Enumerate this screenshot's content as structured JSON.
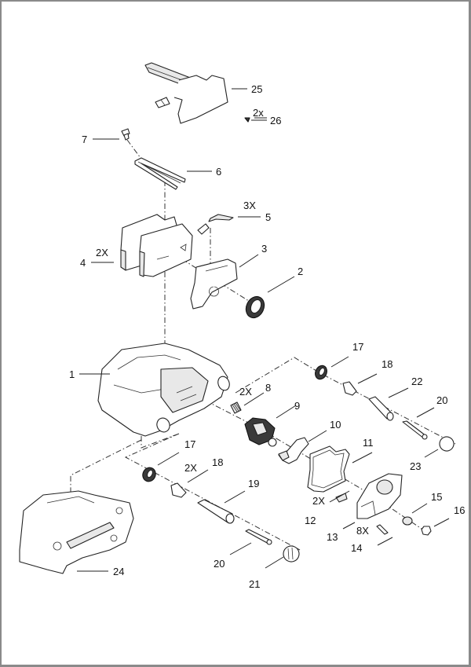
{
  "diagram": {
    "title": "Disc brake caliper exploded parts view",
    "line_color": "#222222",
    "border_color": "#8a8a8a",
    "callouts": [
      {
        "id": "1",
        "label": "1",
        "qty": ""
      },
      {
        "id": "2",
        "label": "2",
        "qty": ""
      },
      {
        "id": "3",
        "label": "3",
        "qty": ""
      },
      {
        "id": "4",
        "label": "4",
        "qty": "2X"
      },
      {
        "id": "5",
        "label": "5",
        "qty": "3X"
      },
      {
        "id": "6",
        "label": "6",
        "qty": ""
      },
      {
        "id": "7",
        "label": "7",
        "qty": ""
      },
      {
        "id": "8",
        "label": "8",
        "qty": "2X"
      },
      {
        "id": "9",
        "label": "9",
        "qty": ""
      },
      {
        "id": "10",
        "label": "10",
        "qty": ""
      },
      {
        "id": "11",
        "label": "11",
        "qty": ""
      },
      {
        "id": "12",
        "label": "12",
        "qty": "2X"
      },
      {
        "id": "13",
        "label": "13",
        "qty": ""
      },
      {
        "id": "14",
        "label": "14",
        "qty": "8X"
      },
      {
        "id": "15",
        "label": "15",
        "qty": ""
      },
      {
        "id": "16",
        "label": "16",
        "qty": ""
      },
      {
        "id": "17a",
        "label": "17",
        "qty": ""
      },
      {
        "id": "18a",
        "label": "18",
        "qty": ""
      },
      {
        "id": "20a",
        "label": "20",
        "qty": ""
      },
      {
        "id": "22",
        "label": "22",
        "qty": ""
      },
      {
        "id": "23",
        "label": "23",
        "qty": ""
      },
      {
        "id": "17b",
        "label": "17",
        "qty": ""
      },
      {
        "id": "18b",
        "label": "18",
        "qty": "2X"
      },
      {
        "id": "19",
        "label": "19",
        "qty": ""
      },
      {
        "id": "20b",
        "label": "20",
        "qty": ""
      },
      {
        "id": "21",
        "label": "21",
        "qty": ""
      },
      {
        "id": "24",
        "label": "24",
        "qty": ""
      },
      {
        "id": "25",
        "label": "25",
        "qty": ""
      },
      {
        "id": "26",
        "label": "26",
        "qty": "2x"
      }
    ]
  }
}
